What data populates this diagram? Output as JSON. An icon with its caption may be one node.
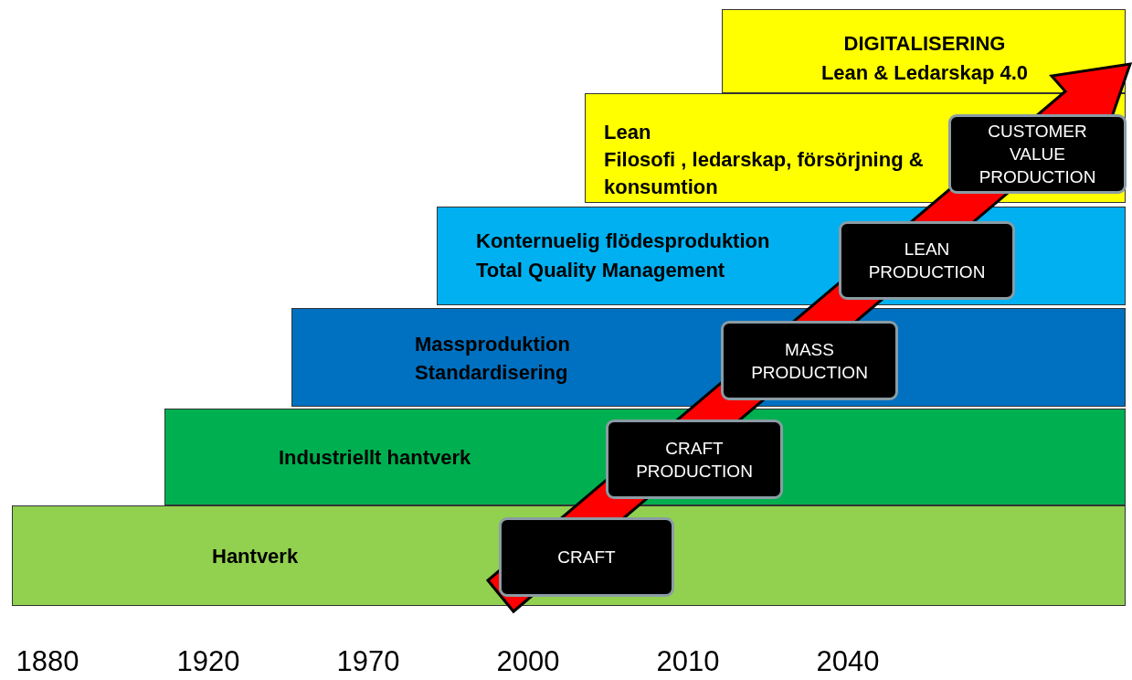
{
  "diagram": {
    "nodes": [
      {
        "text": [
          "DIGITALISERING",
          "Lean & Ledarskap 4.0"
        ]
      },
      {
        "text": [
          "Lean",
          "Filosofi , ledarskap, försörjning & konsumtion"
        ]
      },
      {
        "text": [
          "CUSTOMER VALUE PRODUCTION"
        ],
        "in": 1
      },
      {
        "text": [
          "Konternuelig flödesproduktion",
          "Total Quality Management"
        ]
      },
      {
        "text": [
          "LEAN PRODUCTION"
        ],
        "in": 3
      },
      {
        "text": [
          "Massproduktion",
          "Standardisering"
        ]
      },
      {
        "text": [
          "MASS PRODUCTION"
        ],
        "in": 5
      },
      {
        "text": [
          "Industriellt hantverk"
        ]
      },
      {
        "text": [
          "CRAFT PRODUCTION"
        ],
        "in": 7
      },
      {
        "text": [
          "Hantverk"
        ]
      },
      {
        "text": [
          "CRAFT"
        ],
        "in": 9
      }
    ],
    "edges": [],
    "labels": [
      "1880",
      "1920",
      "1970",
      "2000",
      "2010",
      "2040"
    ]
  }
}
